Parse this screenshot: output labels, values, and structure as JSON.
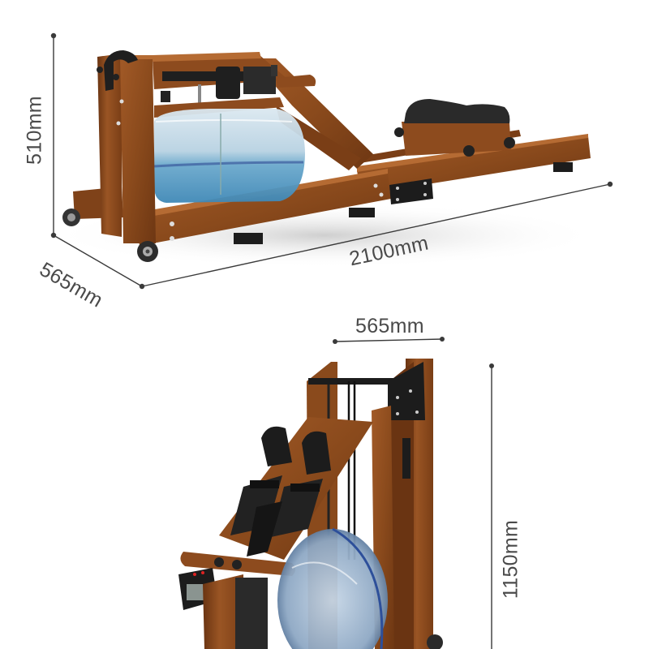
{
  "product": "water rowing machine (wooden frame)",
  "views": {
    "in_use": {
      "description": "rowing machine in use position, side perspective",
      "dimensions": {
        "height": "510mm",
        "width": "565mm",
        "length": "2100mm"
      }
    },
    "stored": {
      "description": "rowing machine stored upright",
      "dimensions": {
        "width": "565mm",
        "height": "1150mm"
      }
    }
  },
  "colors": {
    "wood": "#8a4a1c",
    "wood_light": "#a9602a",
    "wood_dark": "#5e2e10",
    "black_parts": "#1c1c1c",
    "water_tank": "#a9c8dc",
    "water": "#5fa3c7",
    "dimension_line": "#3a3a3a",
    "label_text": "#4a4a4a",
    "background": "#ffffff"
  }
}
